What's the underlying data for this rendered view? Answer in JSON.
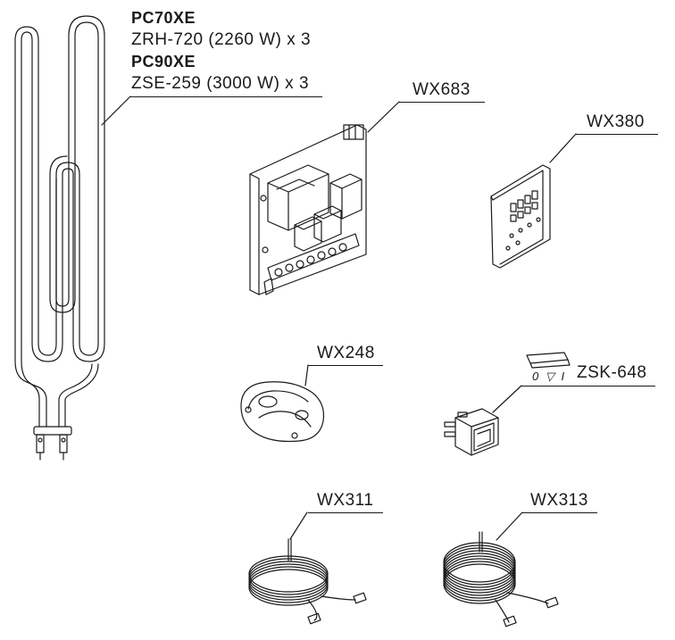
{
  "heater": {
    "model_a": "PC70XE",
    "spec_a": "ZRH-720 (2260 W) x 3",
    "model_b": "PC90XE",
    "spec_b": "ZSE-259 (3000 W) x 3"
  },
  "parts": {
    "wx683": "WX683",
    "wx380": "WX380",
    "wx248": "WX248",
    "zsk648": "ZSK-648",
    "switch_marks": "0 ▽ I",
    "wx311": "WX311",
    "wx313": "WX313"
  },
  "colors": {
    "line": "#1a1a1a",
    "background": "#ffffff"
  }
}
